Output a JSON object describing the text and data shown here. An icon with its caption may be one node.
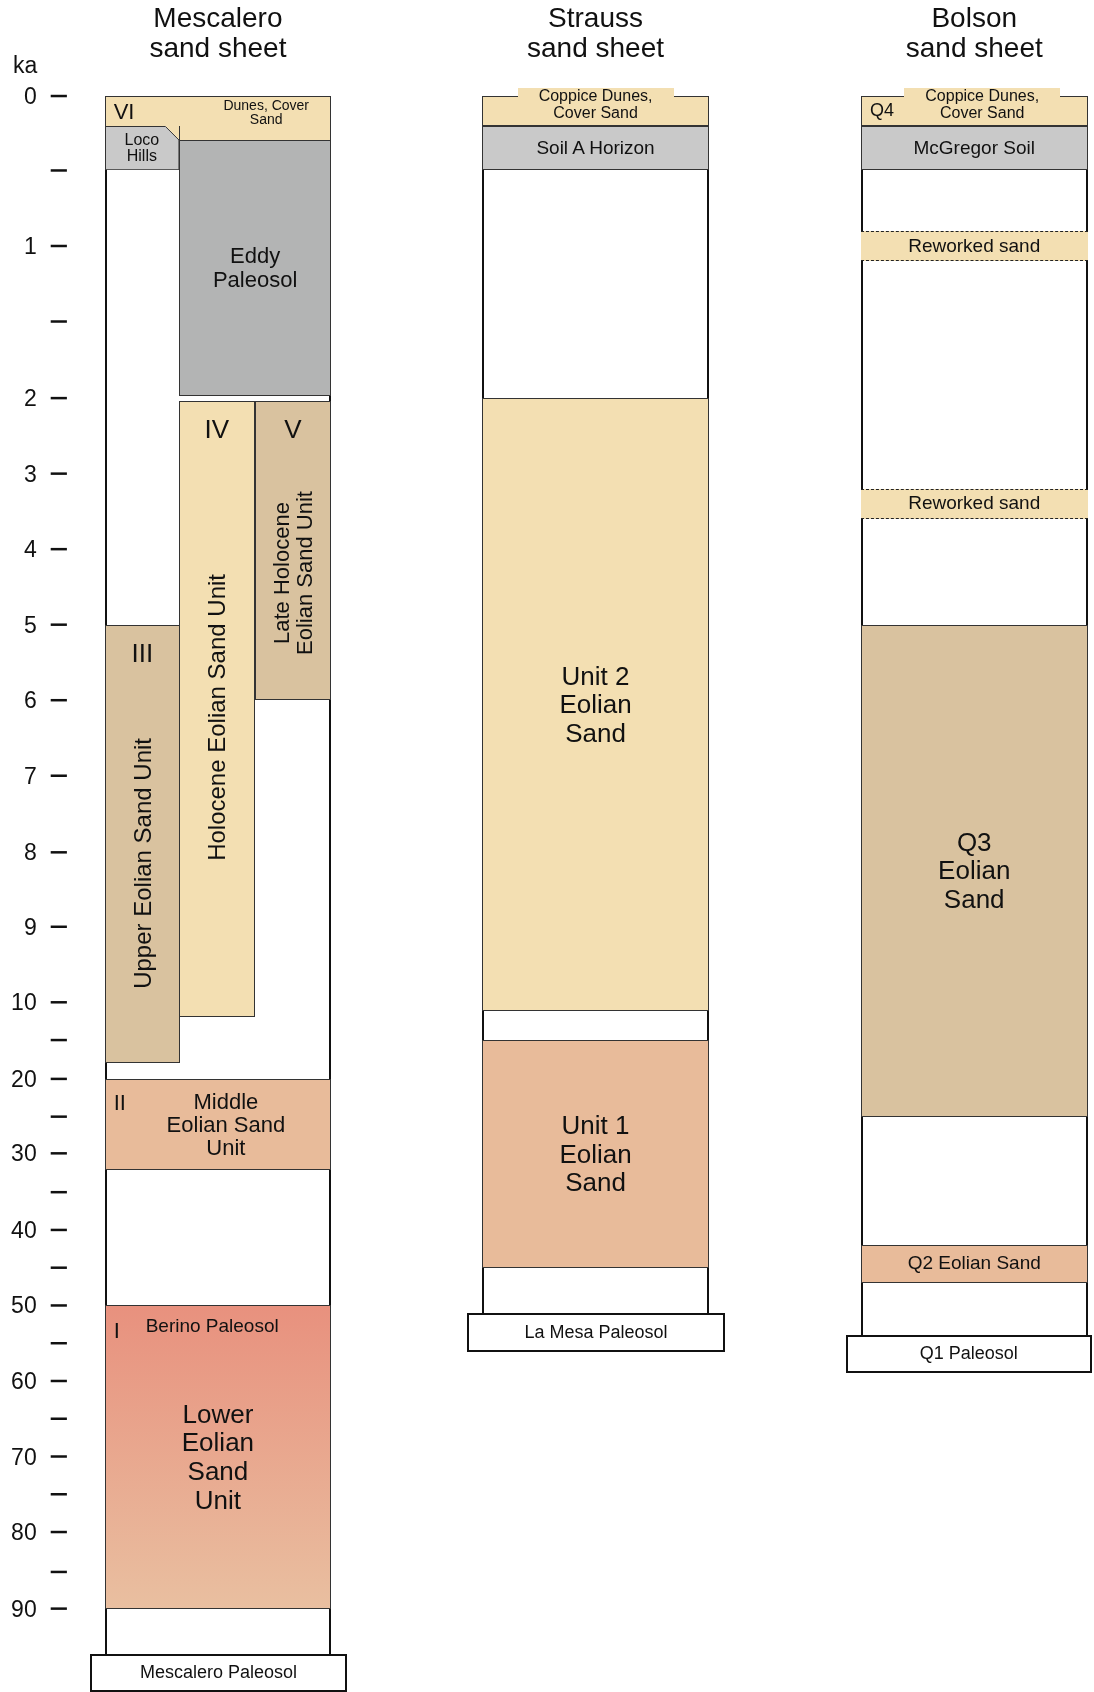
{
  "diagram": {
    "nodes": [
      {
        "text": [
          "Mescalero sand sheet"
        ]
      },
      {
        "text": [
          "VI",
          "Dunes, Cover Sand"
        ],
        "in": 0
      },
      {
        "text": [
          "Loco Hills"
        ],
        "in": 0
      },
      {
        "text": [
          "Eddy Paleosol"
        ],
        "in": 0
      },
      {
        "text": [
          "IV",
          "Holocene Eolian Sand Unit"
        ],
        "in": 0
      },
      {
        "text": [
          "V",
          "Late Holocene Eolian Sand Unit"
        ],
        "in": 0
      },
      {
        "text": [
          "III",
          "Upper Eolian Sand Unit"
        ],
        "in": 0
      },
      {
        "text": [
          "II",
          "Middle Eolian Sand Unit"
        ],
        "in": 0
      },
      {
        "text": [
          "I",
          "Berino Paleosol",
          "Lower Eolian Sand Unit"
        ],
        "in": 0
      },
      {
        "text": [
          "Mescalero Paleosol"
        ]
      },
      {
        "text": [
          "Strauss sand sheet"
        ]
      },
      {
        "text": [
          "Coppice Dunes, Cover Sand"
        ],
        "in": 10
      },
      {
        "text": [
          "Soil A Horizon"
        ],
        "in": 10
      },
      {
        "text": [
          "Unit 2 Eolian Sand"
        ],
        "in": 10
      },
      {
        "text": [
          "Unit 1 Eolian Sand"
        ],
        "in": 10
      },
      {
        "text": [
          "La Mesa Paleosol"
        ]
      },
      {
        "text": [
          "Bolson sand sheet"
        ]
      },
      {
        "text": [
          "Q4",
          "Coppice Dunes, Cover Sand"
        ],
        "in": 16
      },
      {
        "text": [
          "McGregor Soil"
        ],
        "in": 16
      },
      {
        "text": [
          "Reworked sand"
        ],
        "in": 16
      },
      {
        "text": [
          "Reworked sand"
        ],
        "in": 16
      },
      {
        "text": [
          "Q3 Eolian Sand"
        ],
        "in": 16
      },
      {
        "text": [
          "Q2 Eolian Sand"
        ],
        "in": 16
      },
      {
        "text": [
          "Q1 Paleosol"
        ]
      }
    ],
    "labels": [
      "ka",
      "0",
      "1",
      "2",
      "3",
      "4",
      "5",
      "6",
      "7",
      "8",
      "9",
      "10",
      "20",
      "30",
      "40",
      "50",
      "60",
      "70",
      "80",
      "90"
    ]
  }
}
